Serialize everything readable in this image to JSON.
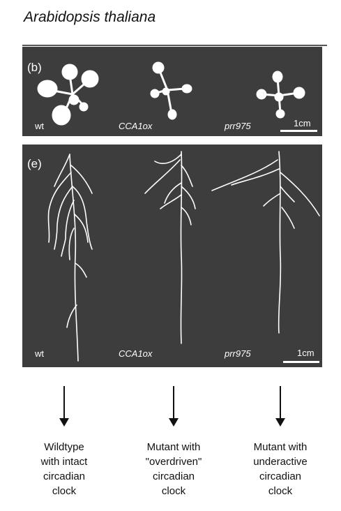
{
  "title": "Arabidopsis thaliana",
  "panel_b": {
    "label": "(b)",
    "genotypes": [
      "wt",
      "CCA1ox",
      "prr975"
    ],
    "scale_label": "1cm"
  },
  "panel_e": {
    "label": "(e)",
    "genotypes": [
      "wt",
      "CCA1ox",
      "prr975"
    ],
    "scale_label": "1cm"
  },
  "captions": [
    {
      "line1": "Wildtype",
      "line2": "with intact",
      "line3": "circadian",
      "line4": "clock"
    },
    {
      "line1": "Mutant with",
      "line2": "\"overdriven\"",
      "line3": "circadian",
      "line4": "clock"
    },
    {
      "line1": "Mutant with",
      "line2": "underactive",
      "line3": "circadian",
      "line4": "clock"
    }
  ]
}
